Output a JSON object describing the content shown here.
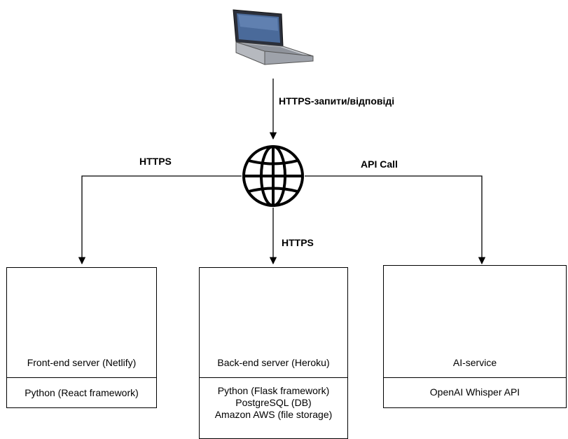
{
  "edges": {
    "laptop_to_internet": "HTTPS-запити/відповіді",
    "internet_to_frontend": "HTTPS",
    "internet_to_backend": "HTTPS",
    "internet_to_ai": "API Call"
  },
  "nodes": {
    "frontend": {
      "title": "Front-end server (Netlify)",
      "details": [
        "Python (React framework)"
      ],
      "icon": "netlify-icon"
    },
    "backend": {
      "title": "Back-end server (Heroku)",
      "details": [
        "Python (Flask framework)",
        "PostgreSQL (DB)",
        "Amazon AWS (file storage)"
      ],
      "icon": "heroku-icon"
    },
    "ai": {
      "title": "AI-service",
      "details": [
        "OpenAI Whisper API"
      ],
      "icon": "robot-icon"
    }
  },
  "icons": {
    "client": "laptop-icon",
    "network": "globe-icon"
  },
  "colors": {
    "heroku": "#4e3f8f",
    "heroku_border": "#3a2d74",
    "line": "#000000"
  }
}
